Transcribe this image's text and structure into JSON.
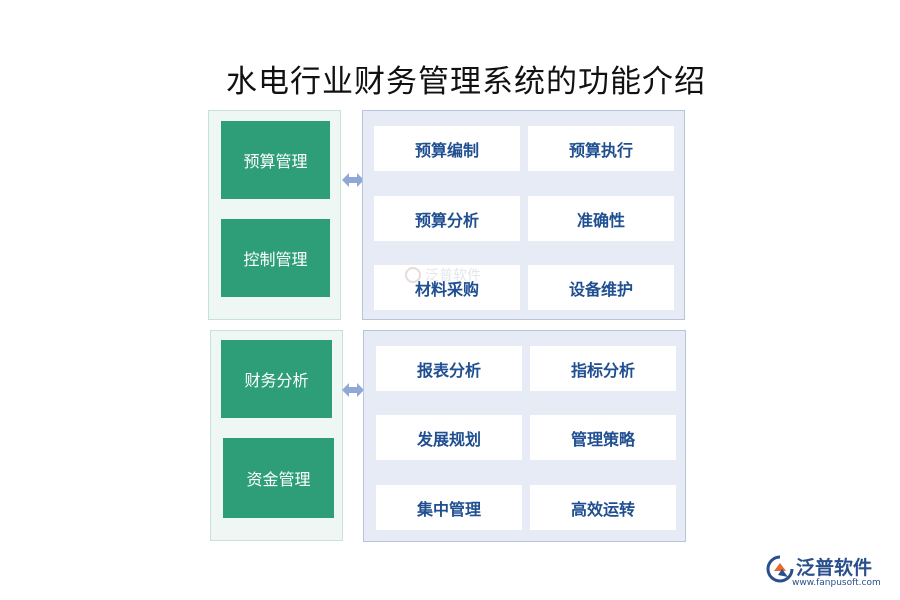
{
  "title": "水电行业财务管理系统的功能介绍",
  "group1": {
    "left": [
      "预算管理",
      "控制管理"
    ],
    "right": [
      "预算编制",
      "预算执行",
      "预算分析",
      "准确性",
      "材料采购",
      "设备维护"
    ]
  },
  "group2": {
    "left": [
      "财务分析",
      "资金管理"
    ],
    "right": [
      "报表分析",
      "指标分析",
      "发展规划",
      "管理策略",
      "集中管理",
      "高效运转"
    ]
  },
  "watermark": "泛普软件",
  "logo": {
    "name": "泛普软件",
    "url": "www.fanpusoft.com"
  },
  "colors": {
    "green": "#2e9e79",
    "cell_text": "#1f4f91",
    "panel_blue": "#e7ebf5",
    "panel_green": "#eef7f3",
    "arrow": "#8fa8d6"
  }
}
